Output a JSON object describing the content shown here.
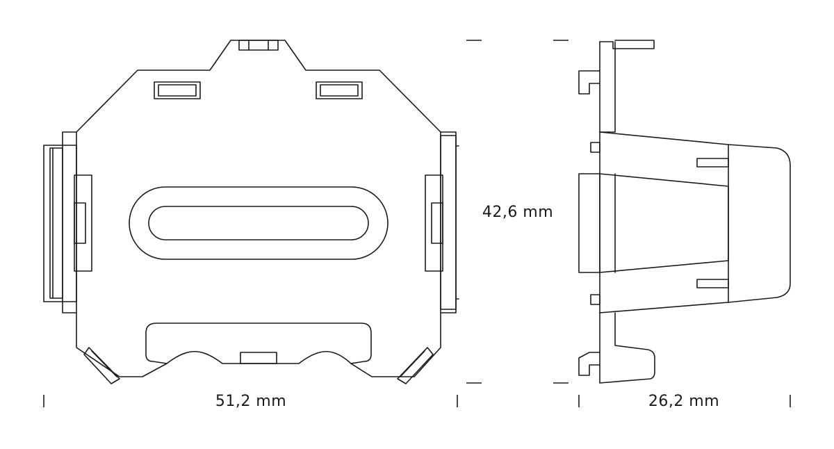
{
  "dimensions": {
    "width_front": "51,2 mm",
    "height": "42,6 mm",
    "depth_side": "26,2 mm"
  },
  "colors": {
    "line": "#1a1a1a",
    "background": "#ffffff"
  }
}
